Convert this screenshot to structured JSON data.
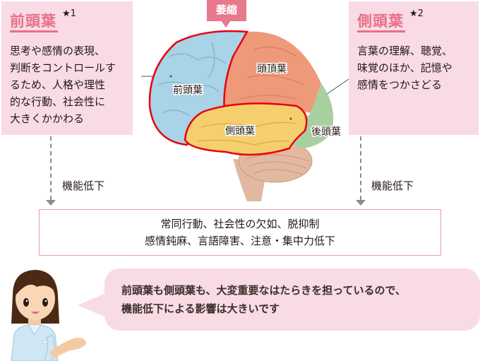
{
  "left_box": {
    "title": "前頭葉",
    "footnote": "★1",
    "description": "思考や感情の表現、\n判断をコントロールす\nるため、人格や理性\n的な行動、社会性に\n大きくかかわる"
  },
  "right_box": {
    "title": "側頭葉",
    "footnote": "★2",
    "description": "言葉の理解、聴覚、\n味覚のほか、記憶や\n感情をつかさどる"
  },
  "brain": {
    "atrophy_label": "萎縮",
    "lobes": {
      "frontal": "前頭葉",
      "parietal": "頭頂葉",
      "temporal": "側頭葉",
      "occipital": "後頭葉"
    },
    "colors": {
      "frontal": "#a9d3e6",
      "parietal": "#ee9a7a",
      "temporal": "#f5cf6e",
      "occipital": "#a8cfa0",
      "cerebellum": "#e2b8a0",
      "outline": "#e60012"
    }
  },
  "arrows": {
    "left_label": "機能低下",
    "right_label": "機能低下"
  },
  "symptoms": {
    "line1": "常同行動、社会性の欠如、脱抑制",
    "line2": "感情鈍麻、言語障害、注意・集中力低下"
  },
  "speech_bubble": {
    "text": "前頭葉も側頭葉も、大変重要なはたらきを担っているので、\n機能低下による影響は大きいです"
  },
  "colors": {
    "accent_pink": "#ea6f86",
    "box_background": "#f8dbe5",
    "tag_background": "#e8788c",
    "symptom_border": "#ef9aa8",
    "arrow_gray": "#8c8c8c"
  }
}
